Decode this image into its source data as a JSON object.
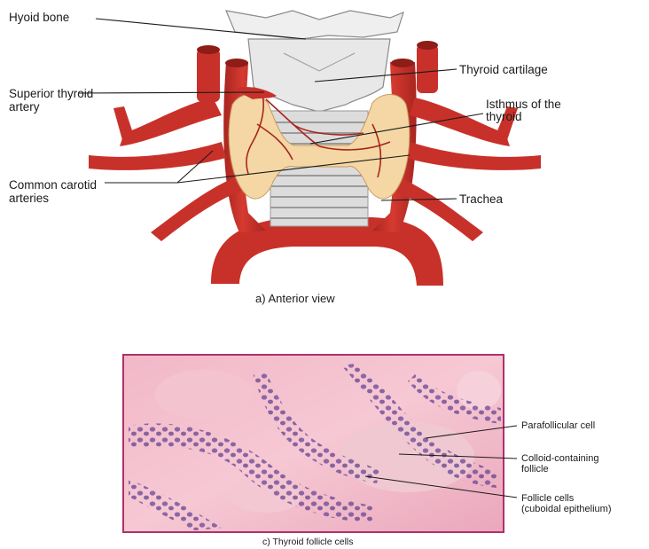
{
  "anterior_view": {
    "caption": "a) Anterior view",
    "labels": {
      "hyoid_bone": "Hyoid bone",
      "thyroid_cartilage": "Thyroid cartilage",
      "superior_thyroid_artery_line1": "Superior thyroid",
      "superior_thyroid_artery_line2": "artery",
      "isthmus_line1": "Isthmus of the",
      "isthmus_line2": "thyroid",
      "common_carotid_line1": "Common carotid",
      "common_carotid_line2": "arteries",
      "trachea": "Trachea"
    }
  },
  "micrograph": {
    "caption": "c) Thyroid follicle cells",
    "labels": {
      "parafollicular_cell": "Parafollicular cell",
      "colloid_line1": "Colloid-containing",
      "colloid_line2": "follicle",
      "follicle_cells_line1": "Follicle cells",
      "follicle_cells_line2": "(cuboidal epithelium)"
    }
  },
  "colors": {
    "artery": "#c8312a",
    "artery_dark": "#9c1f1a",
    "thyroid_tissue": "#f4d7a4",
    "cartilage": "#e6e6e6",
    "tissue_bg": "#e9a3b7",
    "nucleus": "#5a3a8a",
    "frame": "#b0306a"
  }
}
